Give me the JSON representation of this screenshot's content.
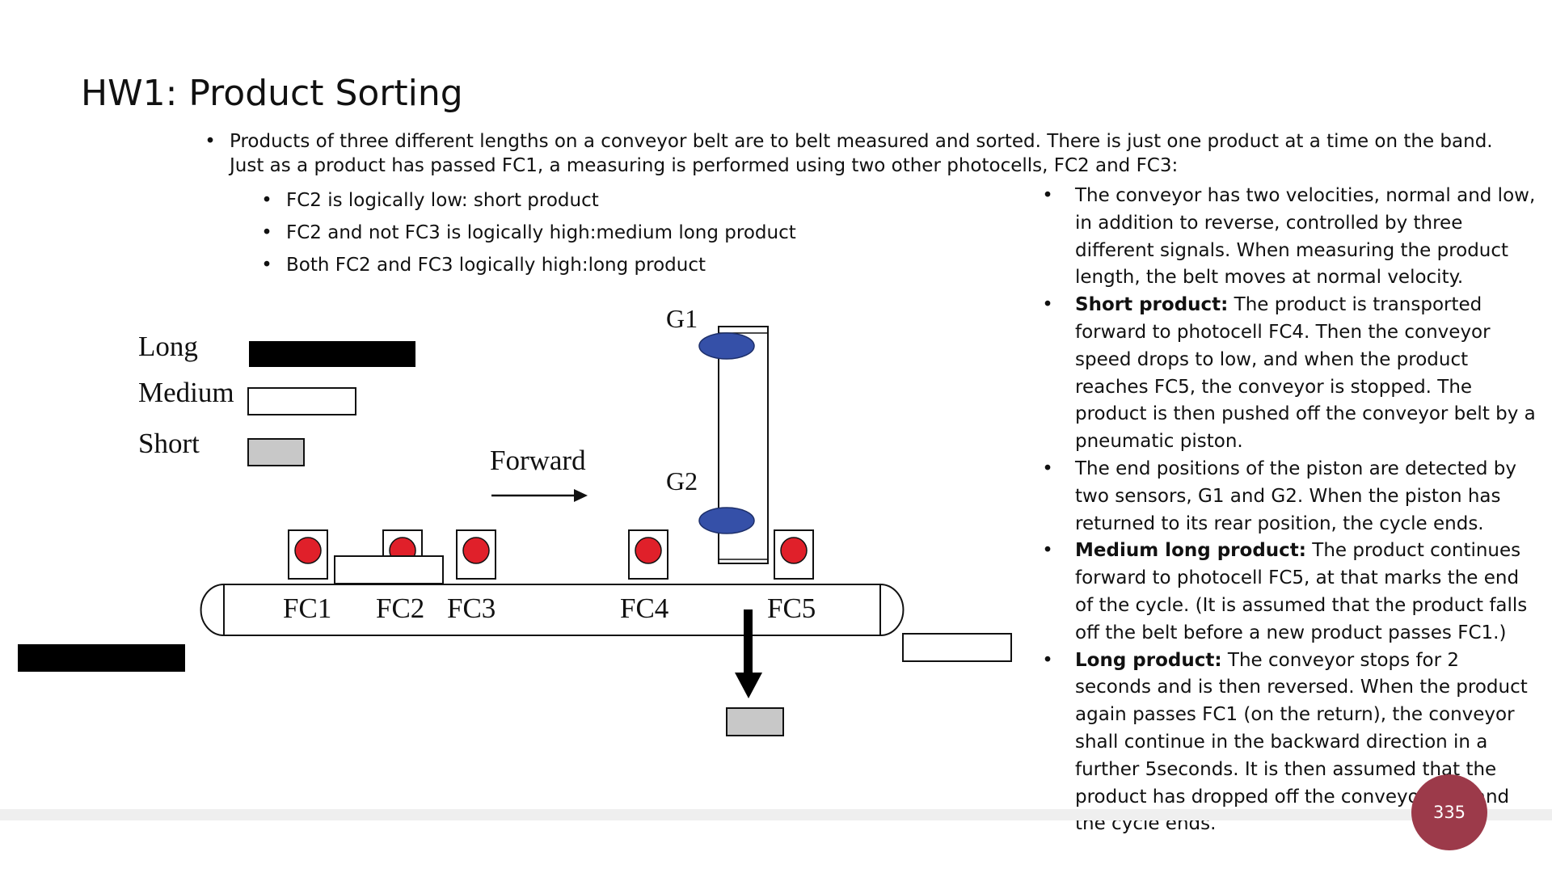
{
  "slide": {
    "title": "HW1:  Product Sorting",
    "page_number": "335"
  },
  "intro": {
    "text": "Products of three different lengths on a conveyor belt are to belt measured and sorted. There is just one product at a time on the band. Just as a product has passed FC1, a measuring is performed using two other photocells, FC2 and FC3:"
  },
  "sub_items": [
    "FC2 is logically low: short product",
    "FC2 and not FC3 is logically high:medium long product",
    "Both FC2 and FC3 logically high:long product"
  ],
  "right_col": [
    {
      "bold": "",
      "text": "The conveyor has two velocities, normal and low, in addition to reverse, controlled by three different signals. When measuring the product length, the belt moves at normal velocity."
    },
    {
      "bold": "Short product:",
      "text": " The product is transported forward to photocell FC4. Then the conveyor speed drops to low, and when the product reaches FC5, the conveyor is stopped. The product is then pushed off the conveyor belt by a pneumatic piston."
    },
    {
      "bold": "",
      "text": "The end positions of the piston are detected by two sensors, G1 and G2. When the piston has returned to its rear position, the cycle ends."
    },
    {
      "bold": "Medium long product:",
      "text": " The product continues forward to photocell FC5, at that marks the end of the cycle. (It is assumed that the product falls off the belt before a new product passes FC1.)"
    },
    {
      "bold": "Long product:",
      "text": " The conveyor stops for 2 seconds and is then reversed. When the product again passes FC1 (on the return), the conveyor shall continue in the backward direction in a further 5seconds. It is then assumed that the product has dropped off the conveyor belt and the cycle ends."
    }
  ],
  "diagram": {
    "legend": {
      "long": "Long",
      "medium": "Medium",
      "short": "Short"
    },
    "forward_label": "Forward",
    "sensors": {
      "g1": "G1",
      "g2": "G2"
    },
    "photocells": [
      "FC1",
      "FC2",
      "FC3",
      "FC4",
      "FC5"
    ],
    "colors": {
      "sensor_blue": "#3550a8",
      "photocell_red": "#e0202a",
      "short_gray": "#c8c8c8"
    }
  },
  "colors": {
    "accent": "#9c3a4a"
  },
  "bullet_char": "•"
}
